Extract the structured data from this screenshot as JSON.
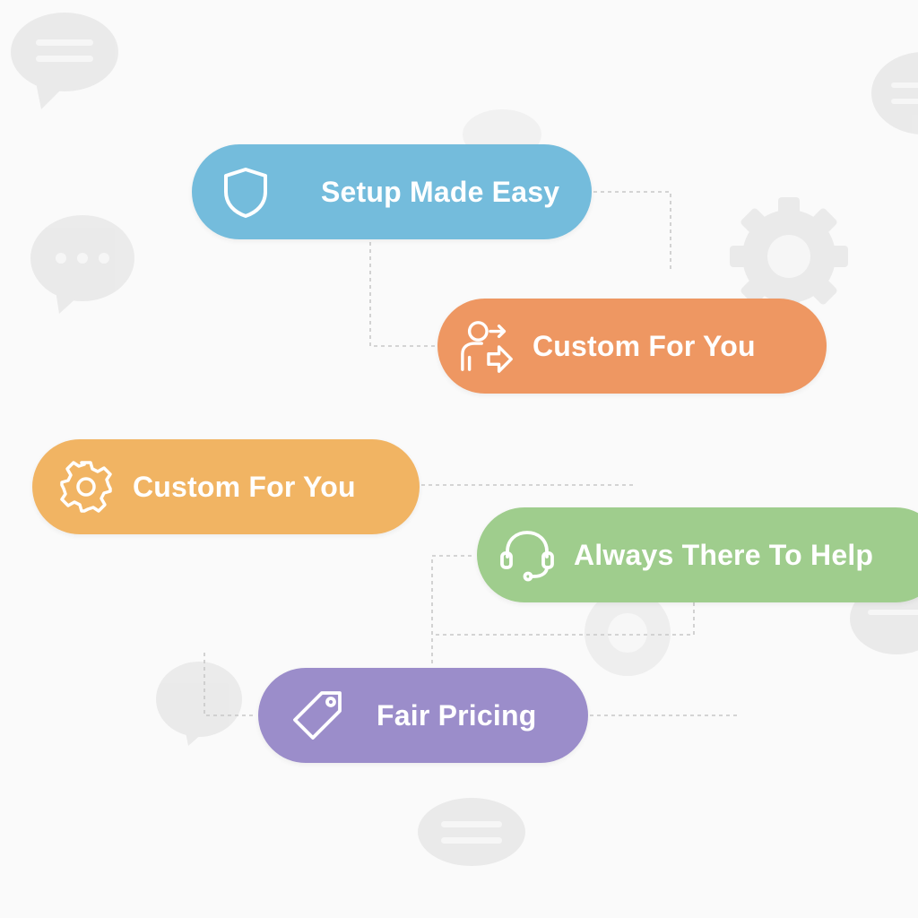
{
  "colors": {
    "setup": "#74bcdc",
    "custom_top": "#ee9762",
    "custom_bottom": "#f1b463",
    "help": "#9fcd8d",
    "pricing": "#9b8dca",
    "connector": "#c8c8c8",
    "background": "#fafafa"
  },
  "items": [
    {
      "id": "setup",
      "label": "Setup Made Easy",
      "icon": "shield-icon"
    },
    {
      "id": "custom_top",
      "label": "Custom For You",
      "icon": "user-switch-icon"
    },
    {
      "id": "custom_bottom",
      "label": "Custom For You",
      "icon": "gear-icon"
    },
    {
      "id": "help",
      "label": "Always There To Help",
      "icon": "headset-icon"
    },
    {
      "id": "pricing",
      "label": "Fair Pricing",
      "icon": "price-tag-icon"
    }
  ],
  "background_icons": [
    "chat-bubble-icon",
    "gear-icon"
  ]
}
